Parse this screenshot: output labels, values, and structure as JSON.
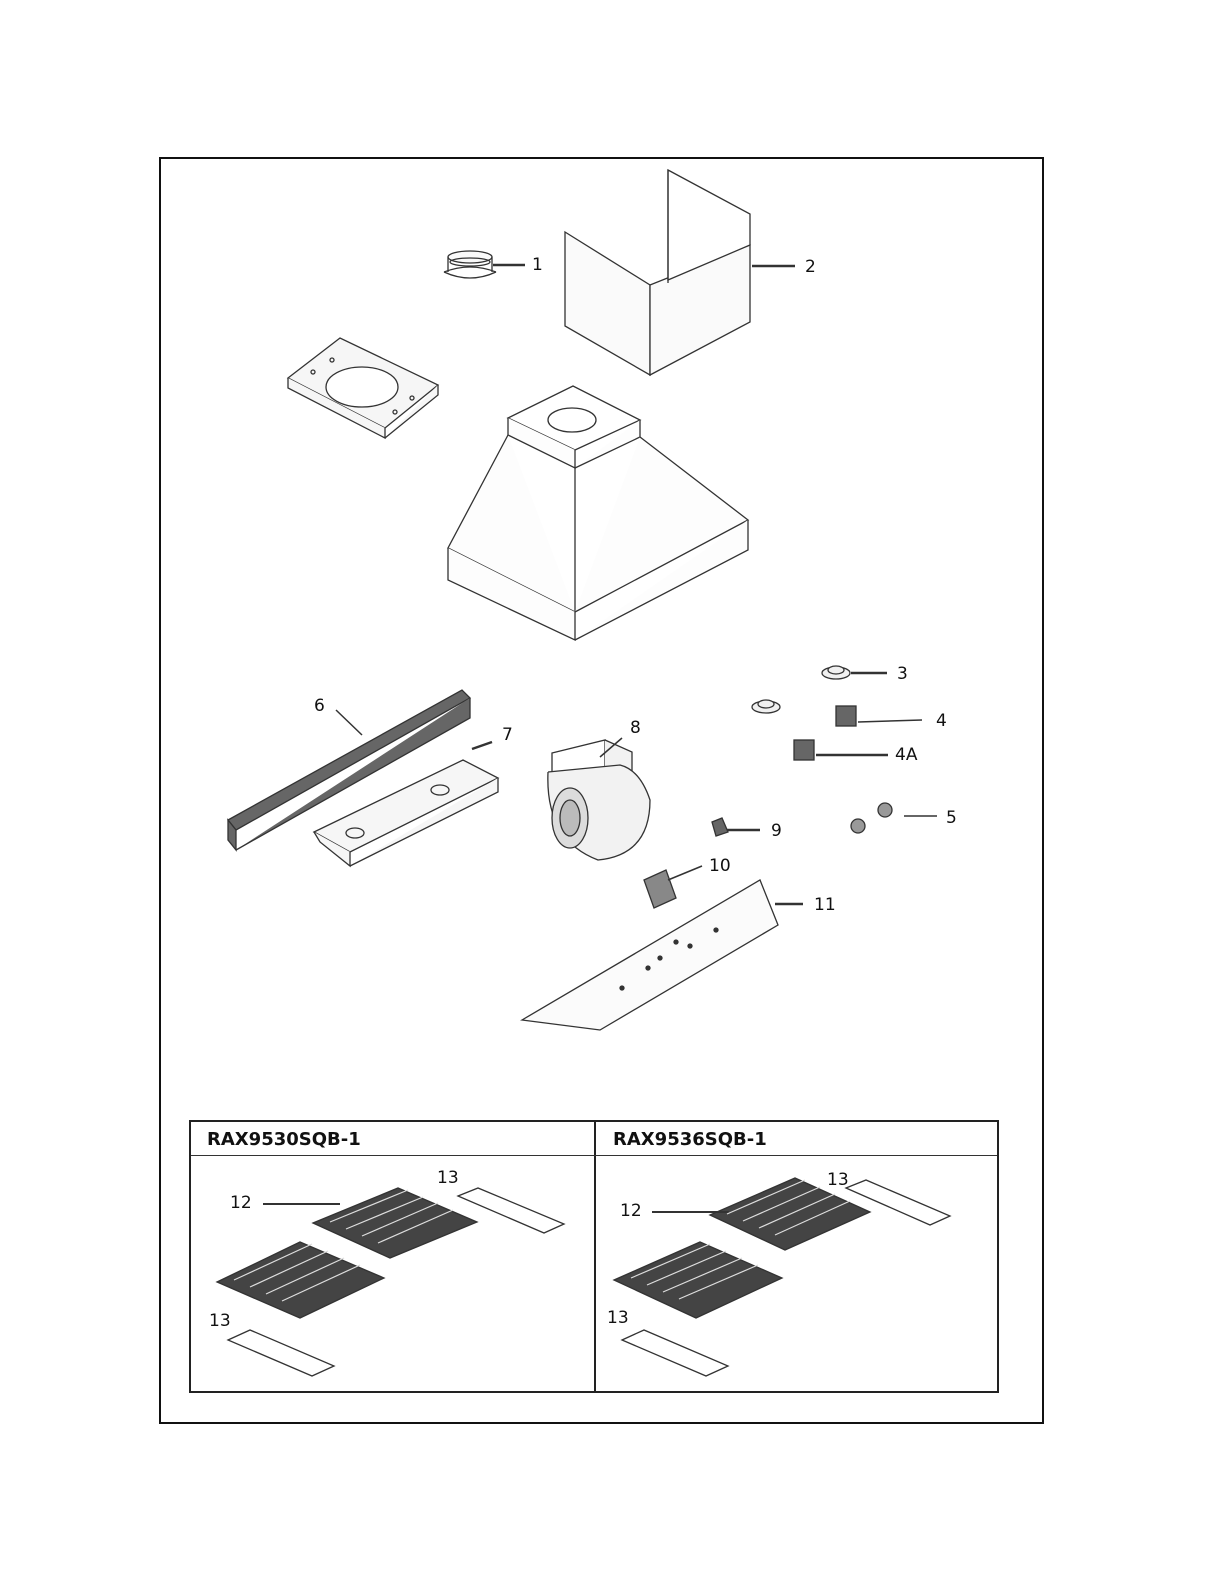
{
  "callouts": {
    "c1": "1",
    "c2": "2",
    "c3": "3",
    "c4": "4",
    "c4a": "4A",
    "c5": "5",
    "c6": "6",
    "c7": "7",
    "c8": "8",
    "c9": "9",
    "c10": "10",
    "c11": "11"
  },
  "filters": {
    "left": {
      "model": "RAX9530SQB-1",
      "c12": "12",
      "c13a": "13",
      "c13b": "13"
    },
    "right": {
      "model": "RAX9536SQB-1",
      "c12": "12",
      "c13a": "13",
      "c13b": "13"
    }
  },
  "colors": {
    "line": "#333333",
    "fill": "#f4f4f4",
    "dark": "#555555"
  }
}
